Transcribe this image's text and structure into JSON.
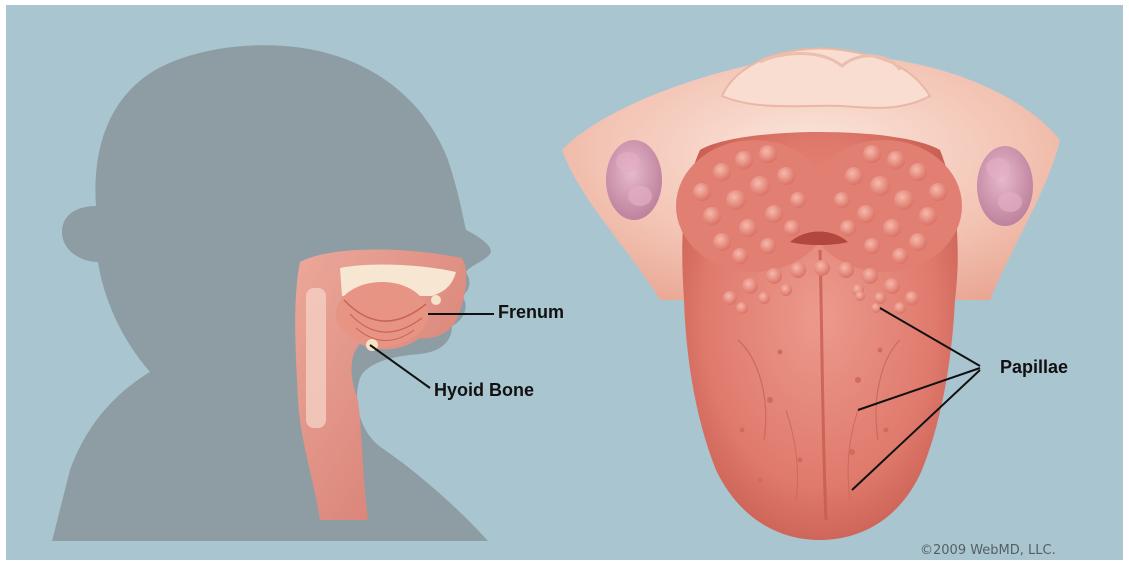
{
  "labels": {
    "frenum": "Frenum",
    "hyoid_bone": "Hyoid Bone",
    "papillae": "Papillae"
  },
  "credit": "©2009 WebMD, LLC.",
  "colors": {
    "background": "#a9c6d0",
    "silhouette": "#8e9ca3",
    "tissue": "#e58a7e",
    "tongue": "#de7366",
    "throat": "#f2c8b8",
    "tonsils": "#c98fa7"
  }
}
